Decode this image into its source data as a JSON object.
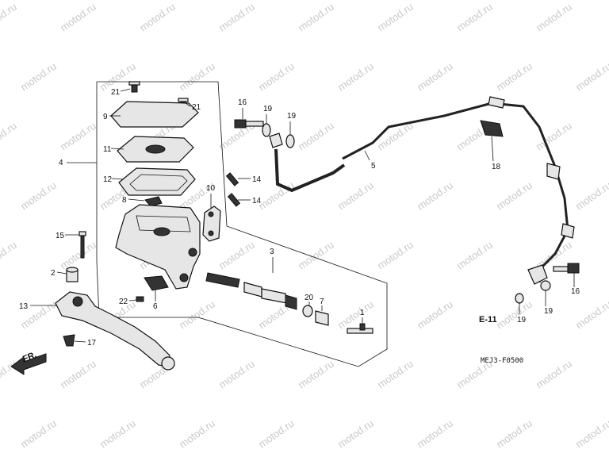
{
  "watermark": {
    "text": "motod.ru"
  },
  "callouts": [
    {
      "id": "c21a",
      "label": "21"
    },
    {
      "id": "c21b",
      "label": "21"
    },
    {
      "id": "c9",
      "label": "9"
    },
    {
      "id": "c11",
      "label": "11"
    },
    {
      "id": "c4",
      "label": "4"
    },
    {
      "id": "c12",
      "label": "12"
    },
    {
      "id": "c8",
      "label": "8"
    },
    {
      "id": "c10",
      "label": "10"
    },
    {
      "id": "c15",
      "label": "15"
    },
    {
      "id": "c2",
      "label": "2"
    },
    {
      "id": "c13",
      "label": "13"
    },
    {
      "id": "c22",
      "label": "22"
    },
    {
      "id": "c6",
      "label": "6"
    },
    {
      "id": "c17",
      "label": "17"
    },
    {
      "id": "c3",
      "label": "3"
    },
    {
      "id": "c20",
      "label": "20"
    },
    {
      "id": "c7",
      "label": "7"
    },
    {
      "id": "c1",
      "label": "1"
    },
    {
      "id": "c16a",
      "label": "16"
    },
    {
      "id": "c19a",
      "label": "19"
    },
    {
      "id": "c19b",
      "label": "19"
    },
    {
      "id": "c14a",
      "label": "14"
    },
    {
      "id": "c14b",
      "label": "14"
    },
    {
      "id": "c5",
      "label": "5"
    },
    {
      "id": "c18",
      "label": "18"
    },
    {
      "id": "c16b",
      "label": "16"
    },
    {
      "id": "c19c",
      "label": "19"
    },
    {
      "id": "c19d",
      "label": "19"
    }
  ],
  "reference": {
    "label": "E-11"
  },
  "direction": {
    "label": "FR."
  },
  "diagram_code": {
    "text": "MEJ3-F0500"
  }
}
